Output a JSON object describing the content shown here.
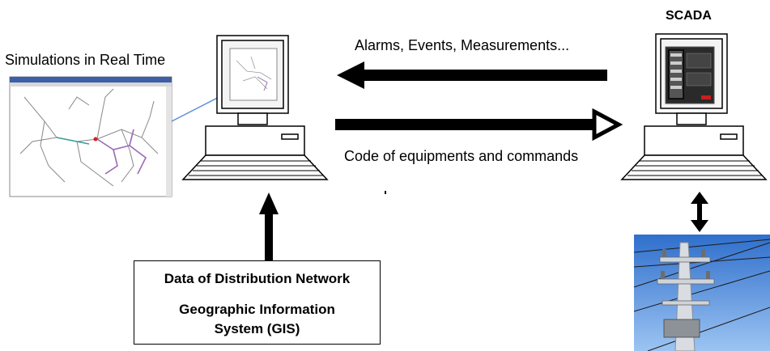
{
  "labels": {
    "simulations": "Simulations in Real Time",
    "scada": "SCADA",
    "alarms": "Alarms, Events, Measurements...",
    "code": "Code of equipments and commands"
  },
  "gis_box": {
    "title": "Data of Distribution Network",
    "line1": "Geographic Information",
    "line2": "System (GIS)"
  },
  "colors": {
    "arrow": "#000000",
    "connector": "#5b8fd6",
    "sky": "#4a86d8",
    "scada_screen": "#2a2a2a"
  }
}
